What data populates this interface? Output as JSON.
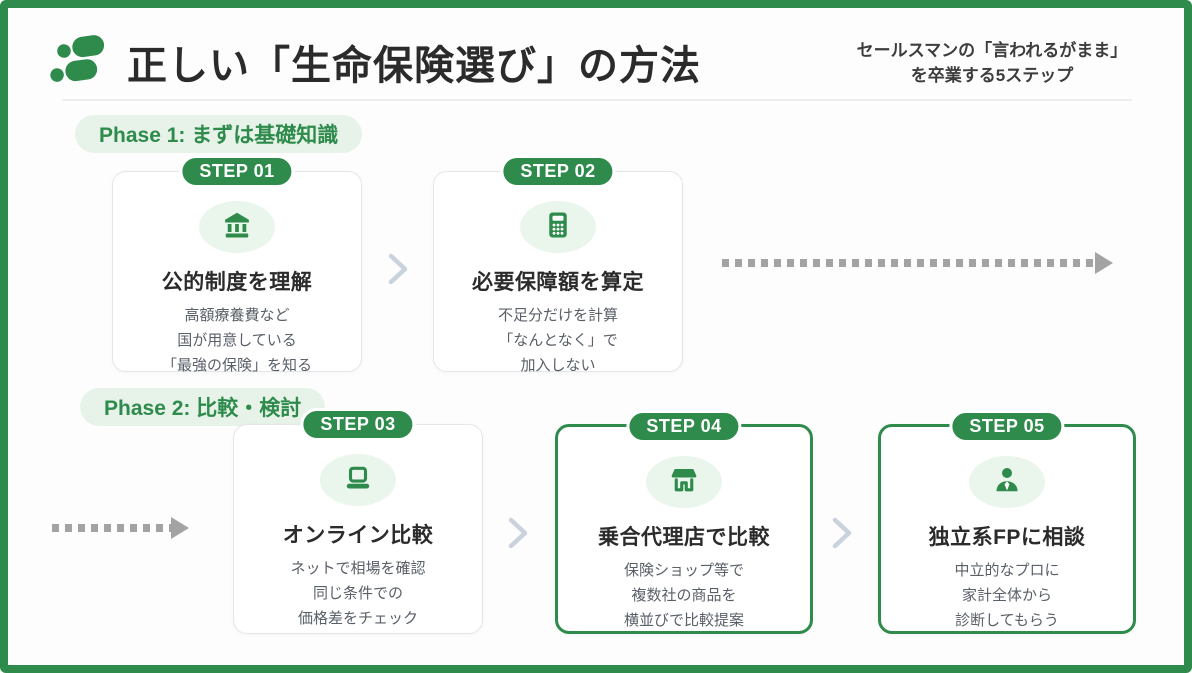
{
  "header": {
    "title": "正しい「生命保険選び」の方法",
    "subtitle_line1": "セールスマンの「言われるがまま」",
    "subtitle_line2": "を卒業する5ステップ"
  },
  "colors": {
    "brand_green": "#2e8b4c",
    "light_green_pill": "#e7f3e9",
    "dark_text": "#2b2b2b",
    "body_text": "#5a6068",
    "chevron_gray": "#c9d2dd",
    "dotted_arrow_gray": "#a3a3a3"
  },
  "phases": [
    {
      "label": "Phase 1: まずは基礎知識"
    },
    {
      "label": "Phase 2: 比較・検討"
    }
  ],
  "steps": [
    {
      "badge": "STEP 01",
      "icon": "bank-icon",
      "title": "公的制度を理解",
      "lines": [
        "高額療養費など",
        "国が用意している",
        "「最強の保険」を知る"
      ]
    },
    {
      "badge": "STEP 02",
      "icon": "calculator-icon",
      "title": "必要保障額を算定",
      "lines": [
        "不足分だけを計算",
        "「なんとなく」で",
        "加入しない"
      ]
    },
    {
      "badge": "STEP 03",
      "icon": "laptop-icon",
      "title": "オンライン比較",
      "lines": [
        "ネットで相場を確認",
        "同じ条件での",
        "価格差をチェック"
      ]
    },
    {
      "badge": "STEP 04",
      "icon": "storefront-icon",
      "title": "乗合代理店で比較",
      "lines": [
        "保険ショップ等で",
        "複数社の商品を",
        "横並びで比較提案"
      ],
      "highlighted": true
    },
    {
      "badge": "STEP 05",
      "icon": "advisor-person-icon",
      "title": "独立系FPに相談",
      "lines": [
        "中立的なプロに",
        "家計全体から",
        "診断してもらう"
      ],
      "highlighted": true
    }
  ]
}
